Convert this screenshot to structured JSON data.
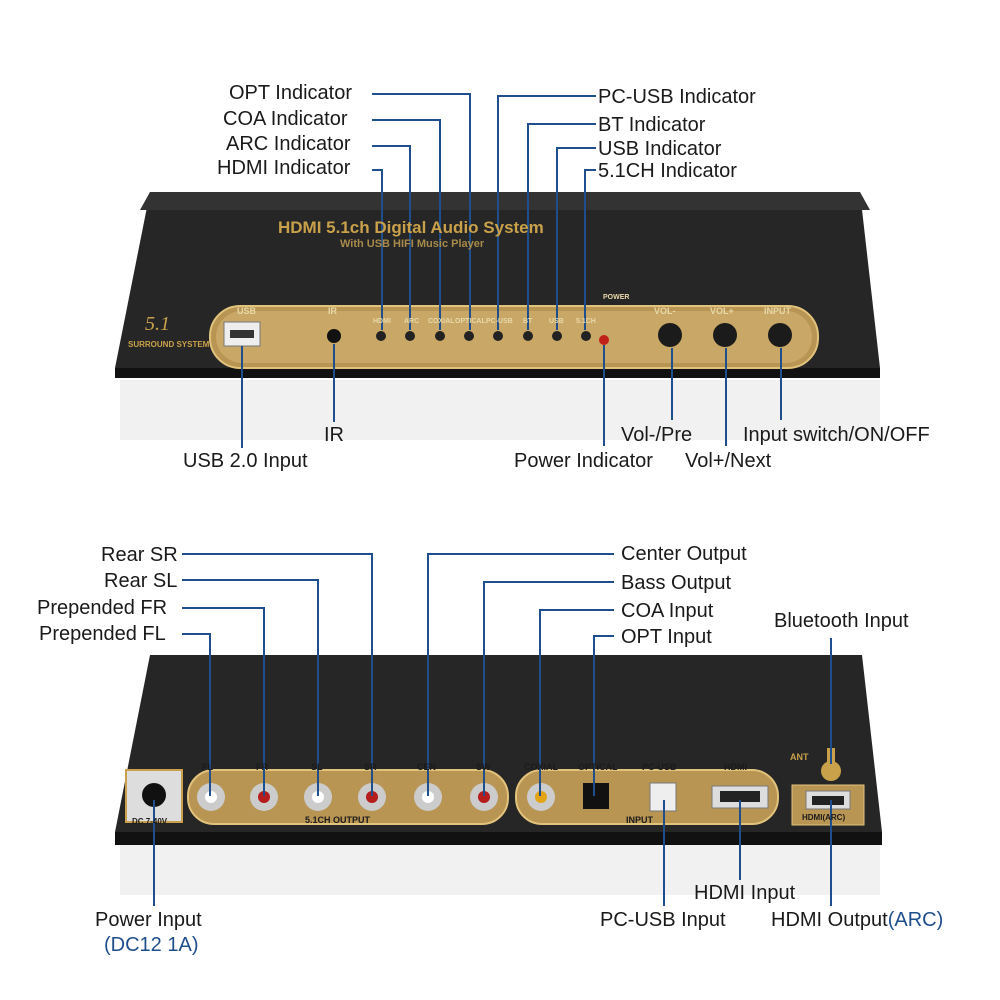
{
  "front": {
    "title": "HDMI 5.1ch Digital Audio System",
    "subtitle": "With USB HIFI Music Player",
    "logo_text": "SURROUND SYSTEM",
    "panel_labels": {
      "usb": "USB",
      "ir": "IR",
      "hdmi": "HDMI",
      "arc": "ARC",
      "coxial": "COXIAL",
      "optical": "OPTICAL",
      "pcusb": "PC-USB",
      "bt": "BT",
      "usb2": "USB",
      "ch51": "5.1CH",
      "power": "POWER",
      "vol_minus": "VOL-",
      "vol_plus": "VOL+",
      "input": "INPUT"
    },
    "callouts": {
      "opt": "OPT Indicator",
      "coa": "COA Indicator",
      "arc": "ARC Indicator",
      "hdmi": "HDMI Indicator",
      "pcusb": "PC-USB Indicator",
      "bt": "BT Indicator",
      "usb": "USB Indicator",
      "ch51": "5.1CH Indicator",
      "ir": "IR",
      "usb_input": "USB 2.0 Input",
      "power": "Power Indicator",
      "vol_pre": "Vol-/Pre",
      "vol_next": "Vol+/Next",
      "input_switch": "Input switch/ON/OFF"
    }
  },
  "rear": {
    "panel_labels": {
      "fl": "FL",
      "fr": "FR",
      "sl": "SL",
      "sr": "SR",
      "cen": "CEN",
      "sw": "SW",
      "output_51": "5.1CH OUTPUT",
      "coxial": "COXIAL",
      "optical": "OPTICAL",
      "pcusb": "PC-USB",
      "hdmi": "HDMI",
      "input": "INPUT",
      "ant": "ANT",
      "hdmi_arc": "HDMI(ARC)",
      "dc": "DC 7-40V"
    },
    "callouts": {
      "rear_sr": "Rear SR",
      "rear_sl": "Rear SL",
      "pre_fr": "Prepended FR",
      "pre_fl": "Prepended FL",
      "center": "Center Output",
      "bass": "Bass Output",
      "coa_in": "COA Input",
      "opt_in": "OPT Input",
      "bt_in": "Bluetooth Input",
      "power_in": "Power Input",
      "power_sub": "(DC12 1A)",
      "hdmi_in": "HDMI Input",
      "pcusb_in": "PC-USB Input",
      "hdmi_out": "HDMI Output",
      "hdmi_out_sub": "(ARC)"
    }
  },
  "colors": {
    "line": "#1f4e8c",
    "gold": "#c9a14a",
    "body": "#1c1c1c"
  }
}
